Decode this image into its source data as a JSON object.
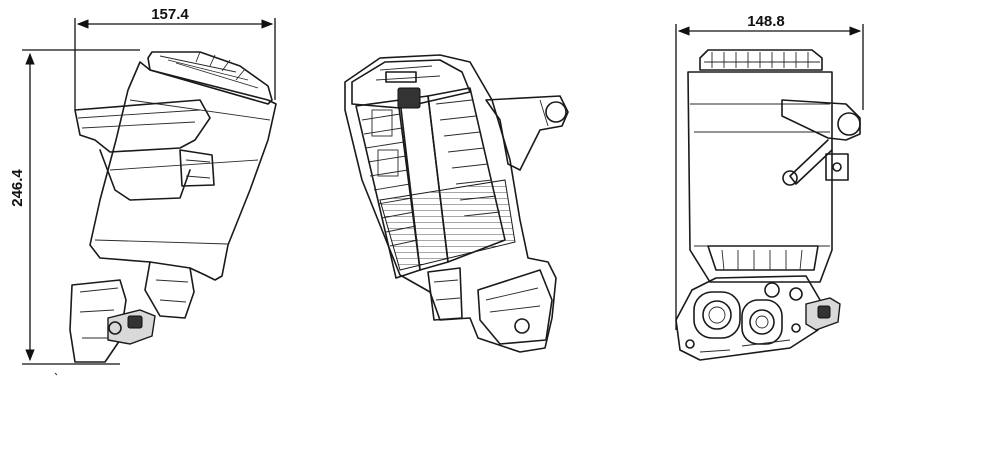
{
  "dimensions": {
    "left_width": "157.4",
    "left_height": "246.4",
    "right_width": "148.8"
  },
  "views": {
    "side_view": "filter-housing-side-view",
    "section_view": "filter-housing-section-view",
    "front_view": "filter-housing-front-view"
  },
  "colors": {
    "line": "#1a1a1a",
    "background": "#ffffff"
  }
}
